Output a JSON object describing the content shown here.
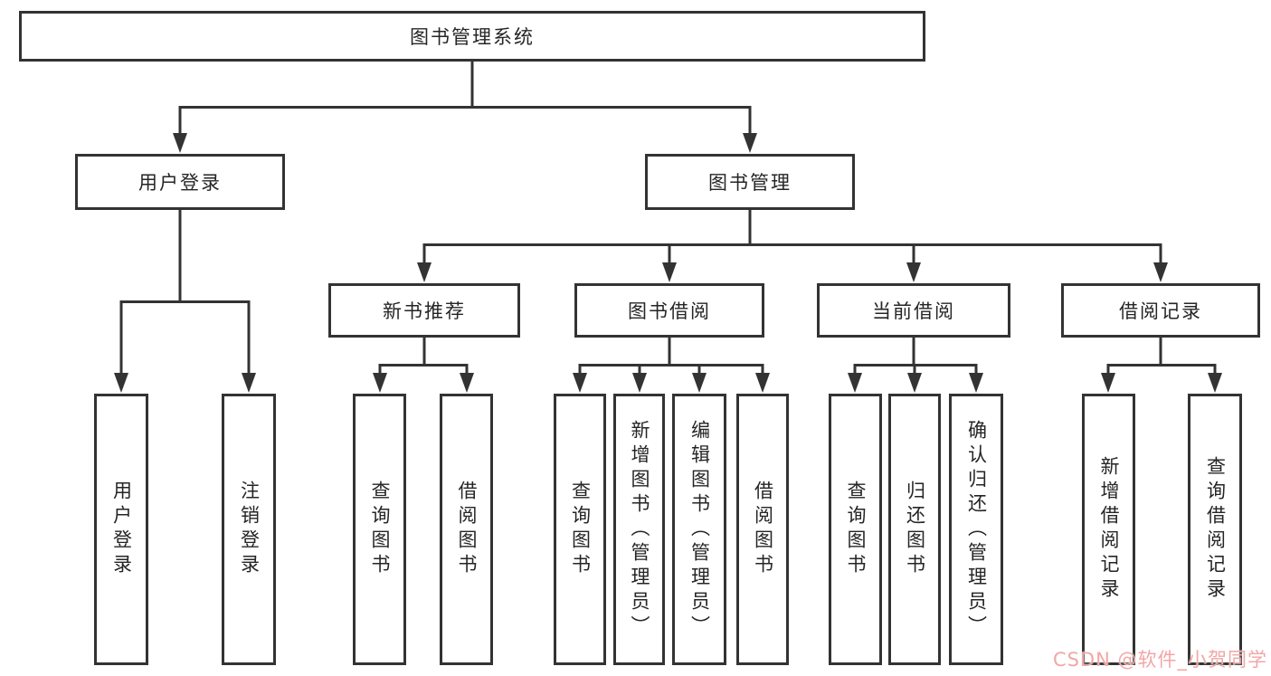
{
  "diagram_type": "hierarchy-tree",
  "tree": {
    "label": "图书管理系统",
    "children": [
      {
        "label": "用户登录",
        "children": [
          {
            "label": "用户登录"
          },
          {
            "label": "注销登录"
          }
        ]
      },
      {
        "label": "图书管理",
        "children": [
          {
            "label": "新书推荐",
            "children": [
              {
                "label": "查询图书"
              },
              {
                "label": "借阅图书"
              }
            ]
          },
          {
            "label": "图书借阅",
            "children": [
              {
                "label": "查询图书"
              },
              {
                "label": "新增图书（管理员）"
              },
              {
                "label": "编辑图书（管理员）"
              },
              {
                "label": "借阅图书"
              }
            ]
          },
          {
            "label": "当前借阅",
            "children": [
              {
                "label": "查询图书"
              },
              {
                "label": "归还图书"
              },
              {
                "label": "确认归还（管理员）"
              }
            ]
          },
          {
            "label": "借阅记录",
            "children": [
              {
                "label": "新增借阅记录"
              },
              {
                "label": "查询借阅记录"
              }
            ]
          }
        ]
      }
    ]
  },
  "watermark": {
    "text": "CSDN @软件_小贺同学"
  },
  "colors": {
    "line": "#333333",
    "box_border": "#333333",
    "box_fill": "#ffffff",
    "text": "#252525",
    "watermark": "#f2a6a6",
    "background": "#ffffff"
  }
}
